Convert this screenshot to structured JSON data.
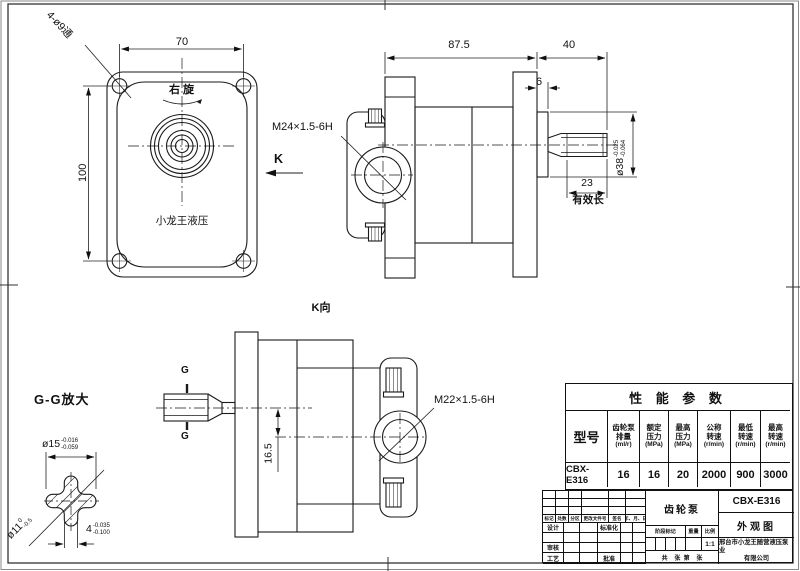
{
  "front_view": {
    "hole_label": "4-ø9通",
    "dim_width": "70",
    "dim_height": "100",
    "rotation_label": "右旋",
    "brand_label": "小龙王液压",
    "view_label": "K"
  },
  "side_view": {
    "dim_length": "87.5",
    "dim_shaft_ext": "40",
    "dim_hub": "6",
    "port_thread": "M24×1.5-6H",
    "shaft_dia": "ø38",
    "shaft_dia_tol_upper": "-0.025",
    "shaft_dia_tol_lower": "-0.064",
    "dim_spline_len": "23",
    "spline_len_note": "有效长"
  },
  "k_view": {
    "title": "K向",
    "dim_offset": "16.5",
    "port_thread": "M22×1.5-6H",
    "section_mark_top": "G",
    "section_mark_bottom": "G"
  },
  "detail_view": {
    "title": "G-G放大",
    "dia_major": "ø15",
    "dia_major_tol_upper": "-0.016",
    "dia_major_tol_lower": "-0.059",
    "dia_minor": "ø11",
    "dia_minor_tol_upper": "0",
    "dia_minor_tol_lower": "-0.5",
    "key_width": "4",
    "key_width_tol_upper": "-0.035",
    "key_width_tol_lower": "-0.100"
  },
  "spec_table": {
    "title": "性 能 参 数",
    "model_header": "型号",
    "headers": [
      {
        "l1": "齿轮泵",
        "l2": "排量",
        "unit": "(ml/r)"
      },
      {
        "l1": "额定",
        "l2": "压力",
        "unit": "(MPa)"
      },
      {
        "l1": "最高",
        "l2": "压力",
        "unit": "(MPa)"
      },
      {
        "l1": "公称",
        "l2": "转速",
        "unit": "(r/min)"
      },
      {
        "l1": "最低",
        "l2": "转速",
        "unit": "(r/min)"
      },
      {
        "l1": "最高",
        "l2": "转速",
        "unit": "(r/min)"
      }
    ],
    "values": [
      "CBX-E316",
      "16",
      "16",
      "20",
      "2000",
      "900",
      "3000"
    ]
  },
  "title_block": {
    "rev_cols": [
      "标记",
      "处数",
      "分区",
      "更改文件号",
      "签名",
      "年、月、日"
    ],
    "role_design": "设计",
    "role_standard": "标准化",
    "role_check": "审核",
    "role_process": "工艺",
    "role_approve": "批准",
    "product_name": "齿轮泵",
    "stage_cols": [
      "阶段标记",
      "重量",
      "比例"
    ],
    "scale": "1:1",
    "sheet_note": "共    张  第    张",
    "model": "CBX-E316",
    "drawing_name": "外观图",
    "company_line1": "邢台市小龙王随营液压泵业",
    "company_line2": "有限公司"
  }
}
